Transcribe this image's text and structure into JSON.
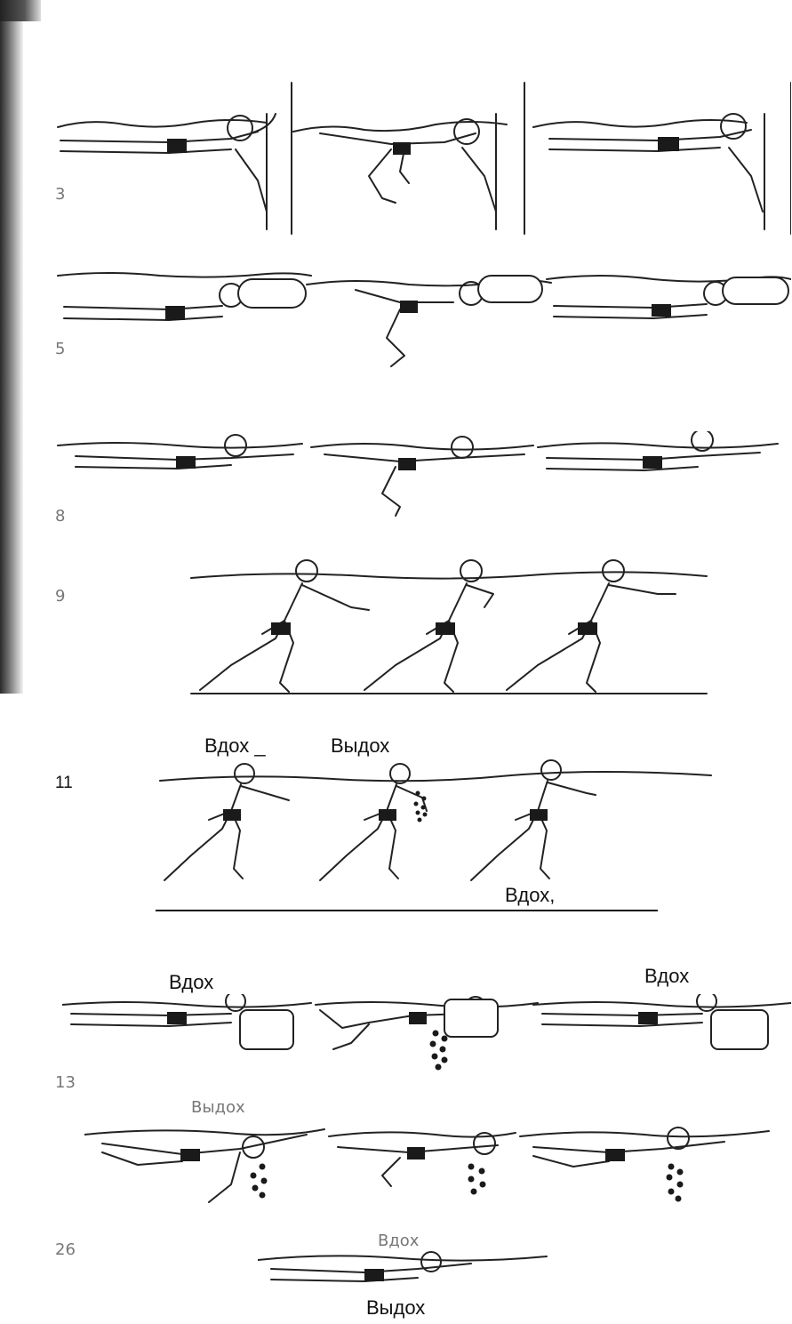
{
  "figures": [
    {
      "number": "3"
    },
    {
      "number": "5"
    },
    {
      "number": "8"
    },
    {
      "number": "9"
    },
    {
      "number": "11"
    },
    {
      "number": "13"
    },
    {
      "number": "26"
    }
  ],
  "fig11": {
    "inhale_left": "Вдох _",
    "exhale": "Выдох",
    "inhale_right": "Вдох,"
  },
  "fig13": {
    "inhale_left": "Вдох",
    "inhale_right": "Вдох"
  },
  "fig26": {
    "exhale_top": "Выдох",
    "inhale": "Вдох",
    "exhale_bottom": "Выдох"
  }
}
